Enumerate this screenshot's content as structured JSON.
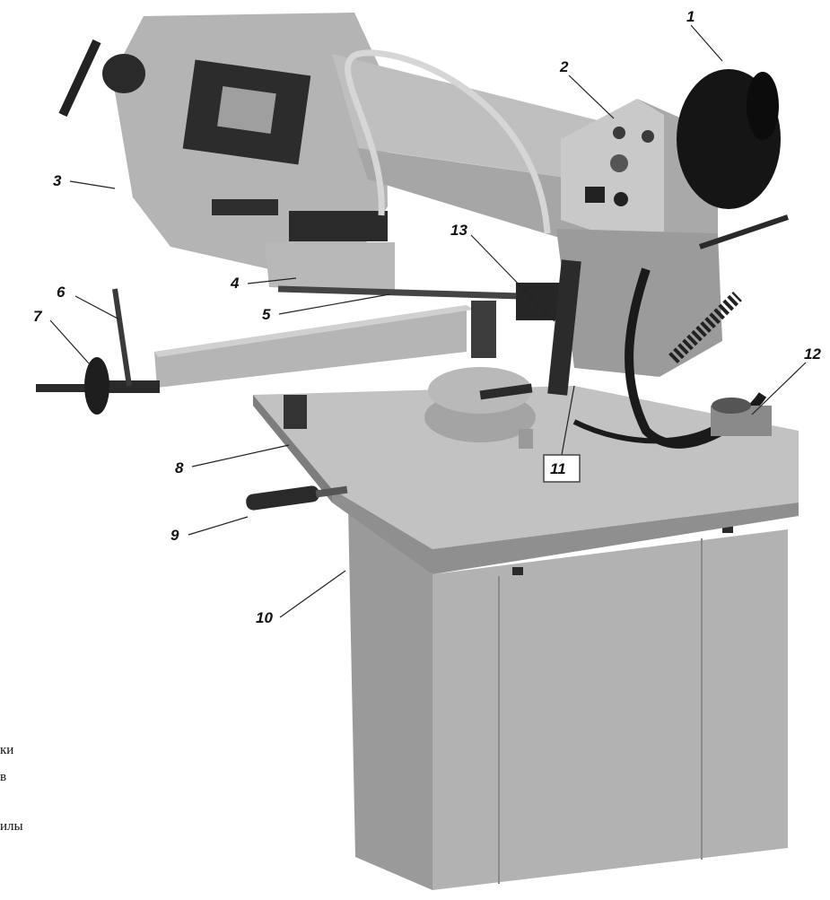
{
  "colors": {
    "body_light": "#bdbdbd",
    "body_mid": "#a9a9a9",
    "body_dark": "#8e8e8e",
    "shadow": "#6f6f6f",
    "black_parts": "#1e1e1e",
    "motor": "#151515"
  },
  "callouts": {
    "c1": "1",
    "c2": "2",
    "c3": "3",
    "c4": "4",
    "c5": "5",
    "c6": "6",
    "c7": "7",
    "c8": "8",
    "c9": "9",
    "c10": "10",
    "c11": "11",
    "c12": "12",
    "c13": "13"
  },
  "cut_text": {
    "line1": "ки",
    "line2": "в",
    "line3": "илы"
  }
}
